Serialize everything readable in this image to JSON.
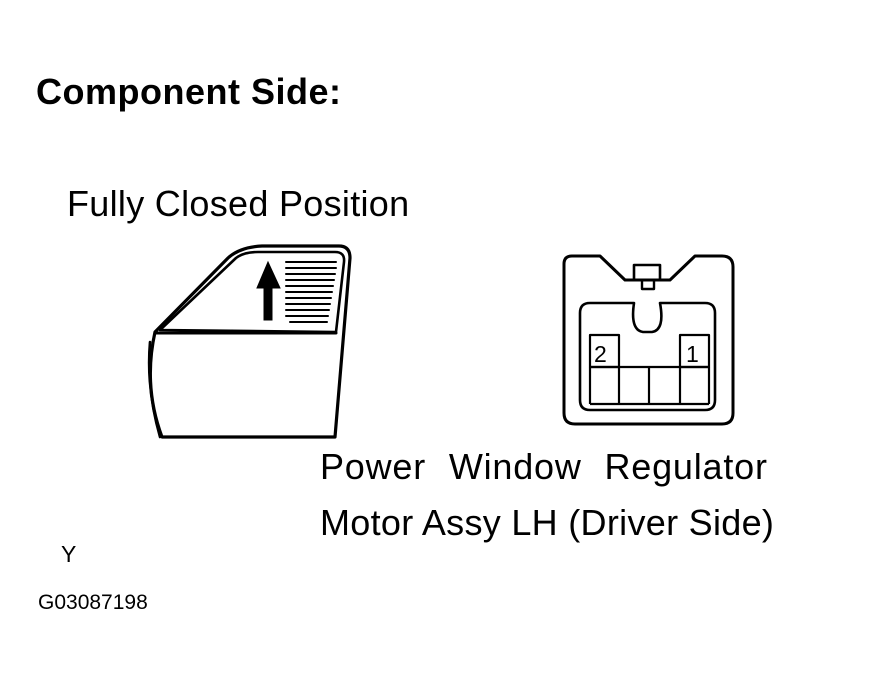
{
  "heading": "Component Side:",
  "position_label": "Fully Closed Position",
  "part_name": {
    "line1": "Power Window Regulator",
    "line2": "Motor Assy LH (Driver Side)"
  },
  "connector": {
    "pin_left": "2",
    "pin_right": "1"
  },
  "marker": "Y",
  "figure_id": "G03087198",
  "window_state": "fully-closed",
  "icons": {
    "door": "car-door-icon",
    "arrow": "up-arrow-icon",
    "connector": "electrical-connector-icon"
  },
  "colors": {
    "line": "#000000",
    "background": "#ffffff"
  }
}
